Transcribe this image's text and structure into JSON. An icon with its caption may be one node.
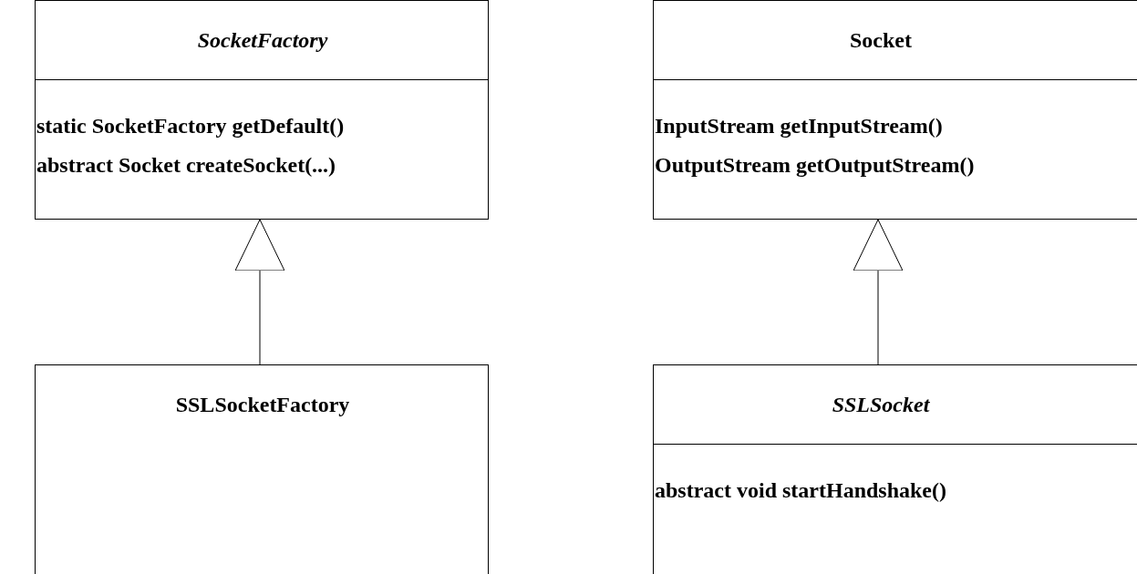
{
  "diagram": {
    "nodes": [
      {
        "text": [
          "SocketFactory",
          "static SocketFactory getDefault()",
          "abstract Socket createSocket(...)"
        ]
      },
      {
        "text": [
          "Socket",
          "InputStream getInputStream()",
          "OutputStream getOutputStream()"
        ]
      },
      {
        "text": [
          "SSLSocketFactory"
        ]
      },
      {
        "text": [
          "SSLSocket",
          "abstract void startHandshake()"
        ]
      }
    ],
    "edges": [
      {
        "from": 2,
        "to": 0,
        "arrow": "to"
      },
      {
        "from": 3,
        "to": 1,
        "arrow": "to"
      }
    ]
  }
}
